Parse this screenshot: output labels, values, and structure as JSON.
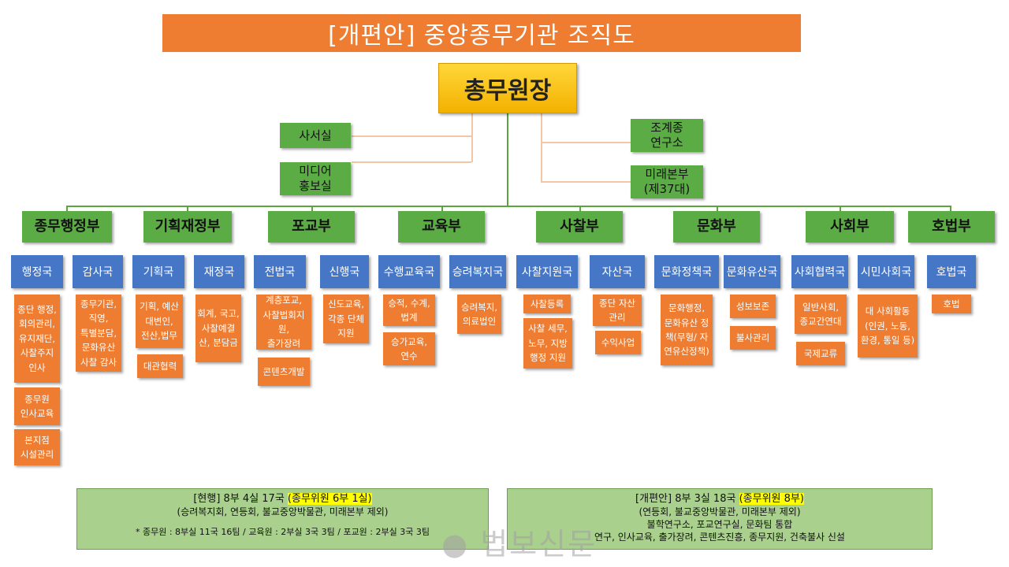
{
  "title": "[개편안] 중앙종무기관 조직도",
  "top": "총무원장",
  "staff_left": [
    "사서실",
    "미디어\n홍보실"
  ],
  "staff_right": [
    "조계종\n연구소",
    "미래본부\n(제37대)"
  ],
  "departments": [
    {
      "name": "종무행정부",
      "bureaus": [
        {
          "name": "행정국",
          "tasks": [
            "종단 행정,\n회의관리,\n유지재단,\n사찰주지\n인사",
            "종무원\n인사교육",
            "본지점\n시설관리"
          ]
        },
        {
          "name": "감사국",
          "tasks": [
            "종무기관,\n직영,\n특별분담,\n문화유산\n사찰 감사"
          ]
        }
      ]
    },
    {
      "name": "기획재정부",
      "bureaus": [
        {
          "name": "기획국",
          "tasks": [
            "기획, 예산\n대변인,\n전산,법무",
            "대관협력"
          ]
        },
        {
          "name": "재정국",
          "tasks": [
            "회계, 국고,\n사찰예결\n산, 분담금"
          ]
        }
      ]
    },
    {
      "name": "포교부",
      "bureaus": [
        {
          "name": "전법국",
          "tasks": [
            "계층포교,\n사찰법회지원,\n출가장려",
            "콘텐츠개발"
          ]
        },
        {
          "name": "신행국",
          "tasks": [
            "신도교육,\n각종 단체\n지원"
          ]
        }
      ]
    },
    {
      "name": "교육부",
      "bureaus": [
        {
          "name": "수행교육국",
          "tasks": [
            "승적, 수계,\n법계",
            "승가교육,\n연수"
          ]
        },
        {
          "name": "승려복지국",
          "tasks": [
            "승려복지,\n의료법인"
          ]
        }
      ]
    },
    {
      "name": "사찰부",
      "bureaus": [
        {
          "name": "사찰지원국",
          "tasks": [
            "사찰등록",
            "사찰 세무,\n노무, 지방\n행정 지원"
          ]
        },
        {
          "name": "자산국",
          "tasks": [
            "종단 자산\n관리",
            "수익사업"
          ]
        }
      ]
    },
    {
      "name": "문화부",
      "bureaus": [
        {
          "name": "문화정책국",
          "tasks": [
            "문화행정,\n문화유산 정\n책(무형/ 자\n연유산정책)"
          ]
        },
        {
          "name": "문화유산국",
          "tasks": [
            "성보보존",
            "불사관리"
          ]
        }
      ]
    },
    {
      "name": "사회부",
      "bureaus": [
        {
          "name": "사회협력국",
          "tasks": [
            "일반사회,\n종교간연대",
            "국제교류"
          ]
        },
        {
          "name": "시민사회국",
          "tasks": [
            "대 사회활동\n(인권, 노동,\n환경, 통일 등)"
          ]
        }
      ]
    },
    {
      "name": "호법부",
      "bureaus": [
        {
          "name": "호법국",
          "tasks": [
            "호법"
          ]
        }
      ]
    }
  ],
  "note_current": {
    "line1_prefix": "[현행] 8부 4실 17국 ",
    "line1_highlight": "(종무위원 6부 1실)",
    "line2": "(승려복지회, 연등회, 불교중앙박물관, 미래본부 제외)",
    "line3": "* 종무원 : 8부실 11국 16팀  / 교육원 : 2부실 3국 3팀 / 포교원 : 2부실 3국 3팀"
  },
  "note_reform": {
    "line1_prefix": "[개편안] 8부 3실 18국 ",
    "line1_highlight": "(종무위원  8부)",
    "line2": "(연등회, 불교중앙박물관, 미래본부 제외)",
    "line3": "불학연구소, 포교연구실, 문화팀 통합",
    "line4": "연구, 인사교육, 출가장려, 콘텐츠진흥, 종무지원, 건축불사 신설"
  },
  "watermark": "법보신문",
  "colors": {
    "title": "#ee7d31",
    "top": "#f3b100",
    "dept": "#5cac46",
    "bureau": "#4676c6",
    "task": "#ee7d31",
    "note": "#a9d18d"
  }
}
